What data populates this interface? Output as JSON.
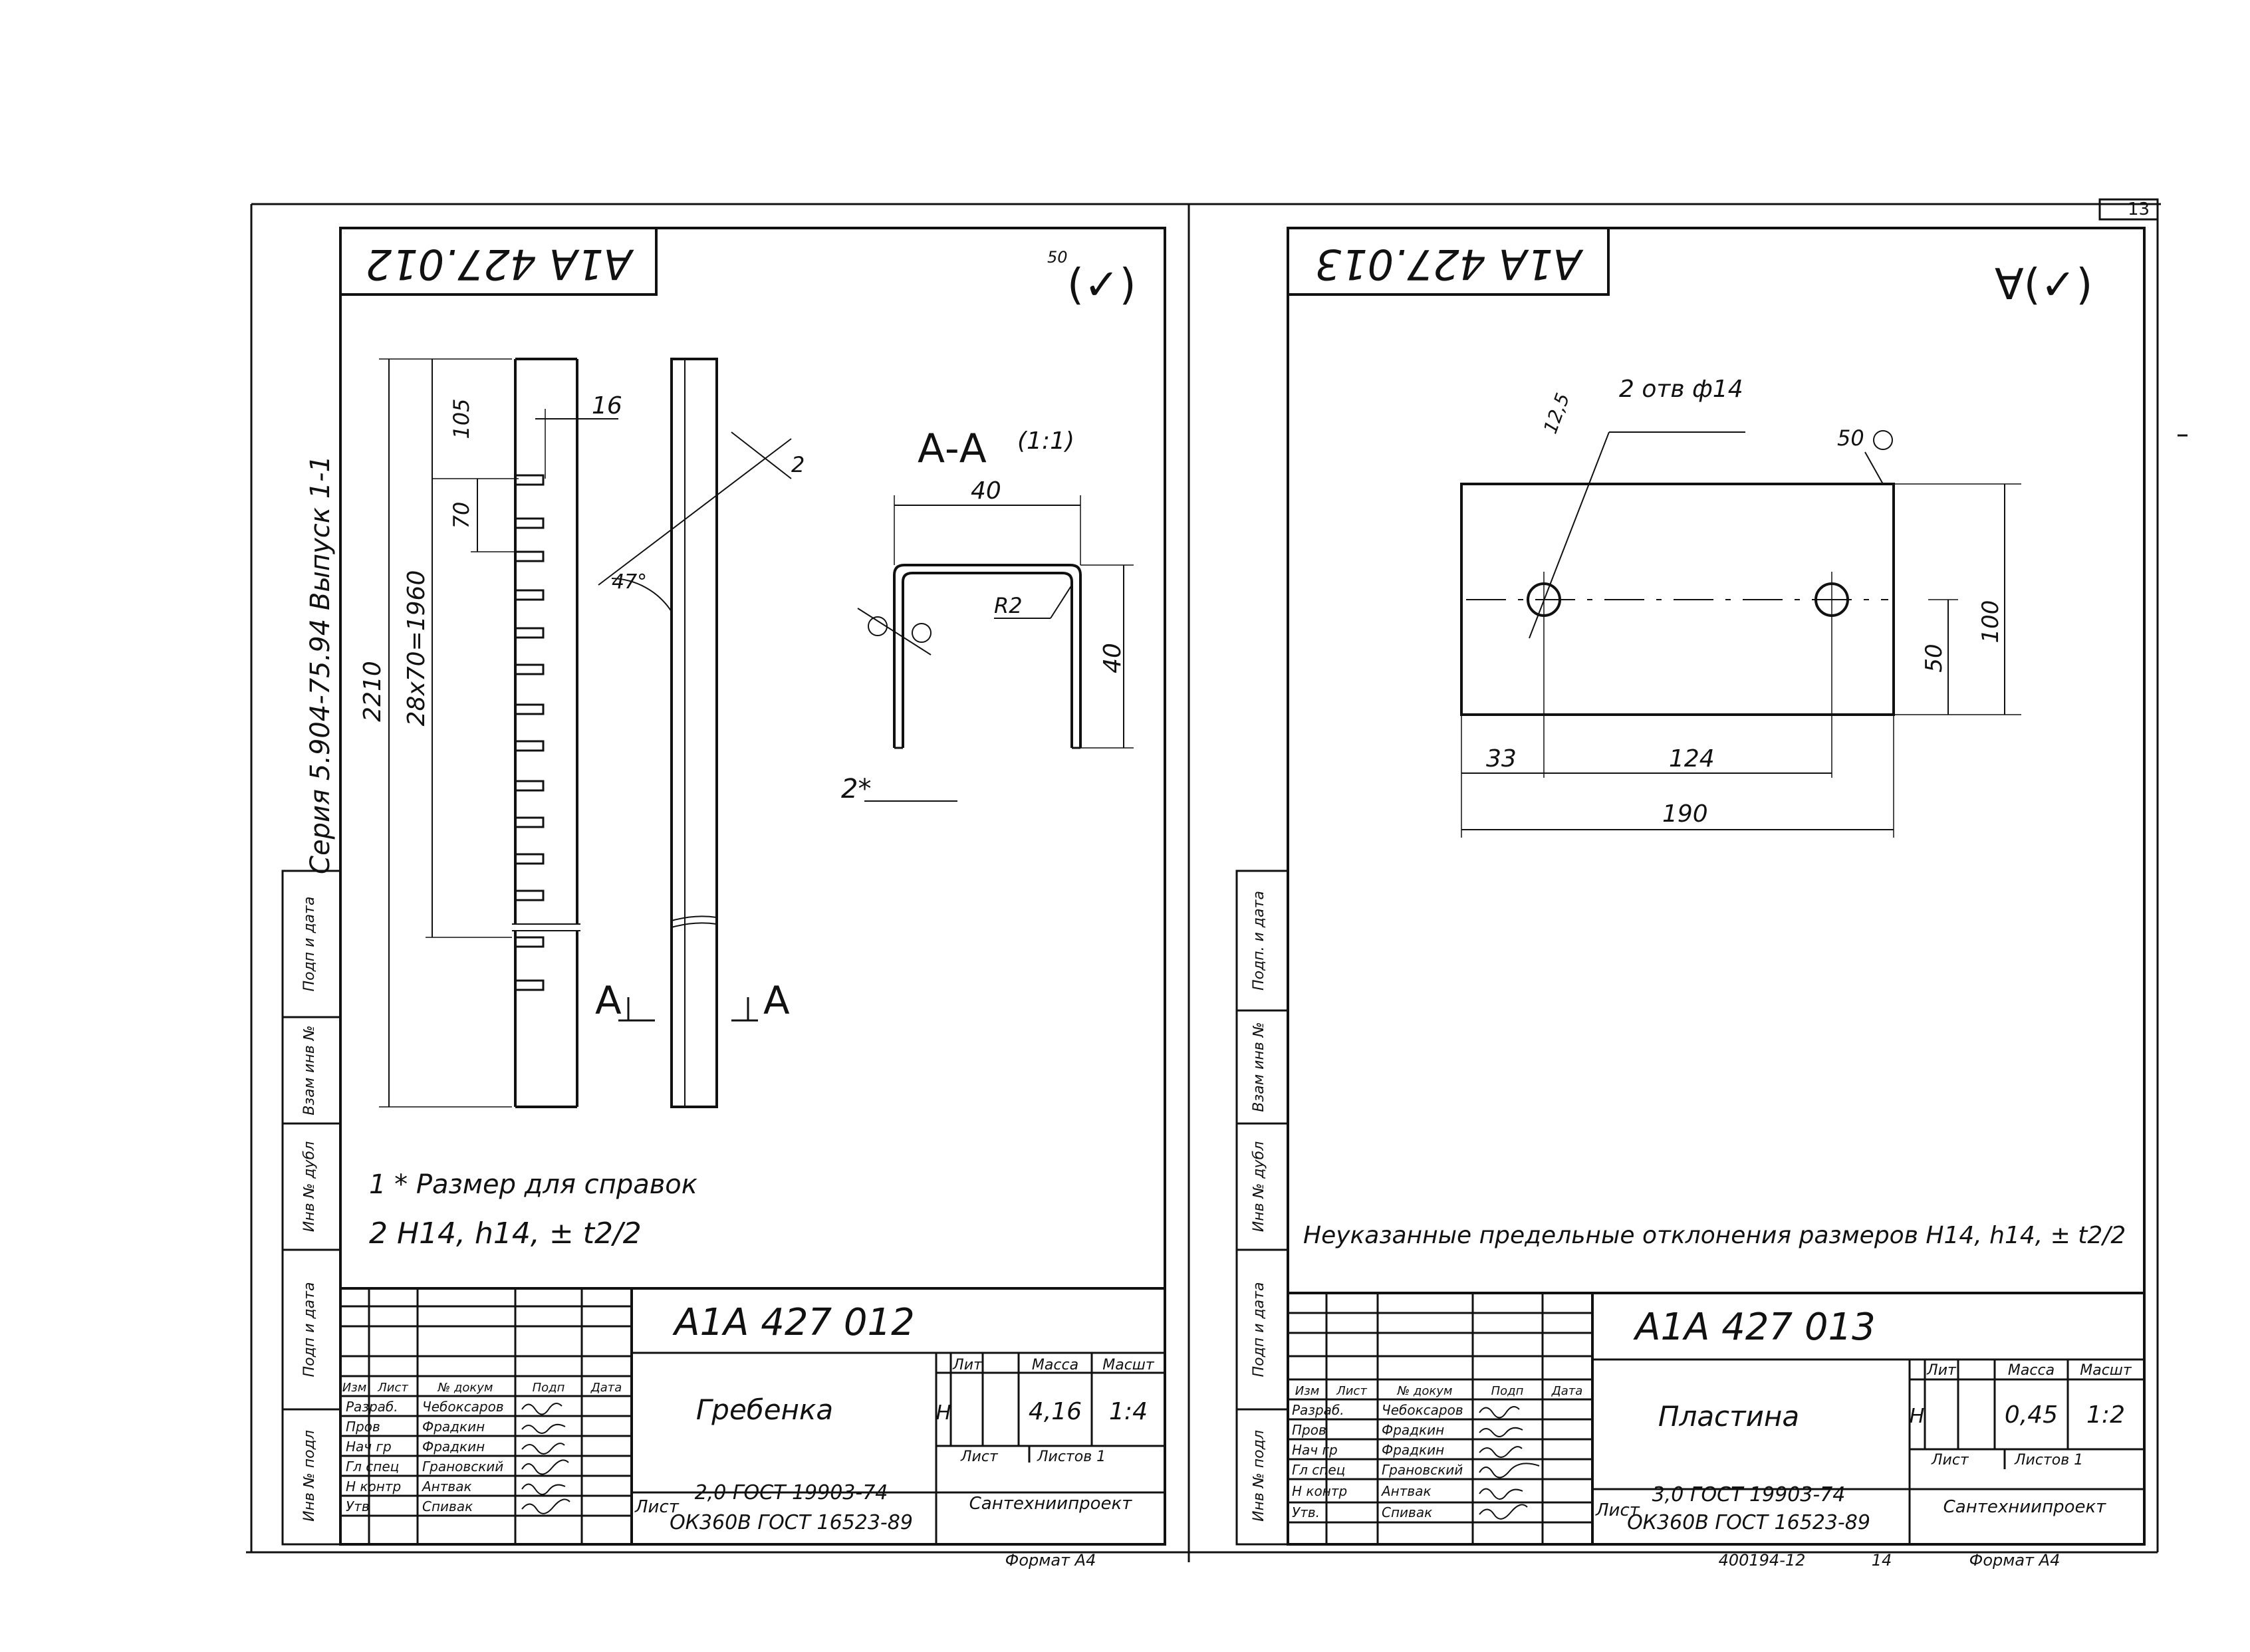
{
  "page_number": "13",
  "series_label": "Серия 5.904-75.94  Выпуск 1-1",
  "side_stamp": {
    "left": [
      "Подп и дата",
      "Взам инв №",
      "Инв № дубл",
      "Подп и дата",
      "Инв № подл"
    ],
    "right": [
      "Подп. и дата",
      "Взам инв №",
      "Инв № дубл",
      "Подп и дата",
      "Инв № подл"
    ]
  },
  "left_sheet": {
    "code_mirrored": "А1А 427.012",
    "roughness_value": "50",
    "roughness_symbol": "(✓)",
    "section_title": "А-А",
    "section_scale": "(1:1)",
    "cut_label_left": "А",
    "cut_label_right": "А",
    "dims": {
      "overall_length": "2210",
      "pitch_total": "28x70=1960",
      "top_offset": "105",
      "pitch": "70",
      "slot_width": "16",
      "thickness": "2",
      "angle": "47°",
      "section_width": "40",
      "section_height": "40",
      "radius": "R2",
      "thickness_ref": "2*"
    },
    "notes": [
      "1 * Размер для справок",
      "2 H14, h14, ± t2/2"
    ],
    "title_block": {
      "designation": "А1А 427 012",
      "name": "Гребенка",
      "headers": {
        "lit": "Лит",
        "mass": "Масса",
        "scale": "Масшт"
      },
      "lit_value": "Н",
      "mass": "4,16",
      "scale": "1:4",
      "sheet_label": "Лист",
      "sheets_label": "Листов 1",
      "material_line1": "2,0 ГОСТ 19903-74",
      "material_line2": "ОК360В ГОСТ 16523-89",
      "material_prefix": "Лист",
      "organization": "Сантехниипроект",
      "format": "Формат А4",
      "col_headers": [
        "Изм",
        "Лист",
        "№ докум",
        "Подп",
        "Дата"
      ],
      "roles": [
        "Разраб.",
        "Пров",
        "Нач гр",
        "Гл спец",
        "Н контр",
        "Утв"
      ],
      "names": [
        "Чебоксаров",
        "Фрадкин",
        "Фрадкин",
        "Грановский",
        "Антвак",
        "Спивак"
      ]
    }
  },
  "right_sheet": {
    "code_mirrored": "А1А 427.013",
    "roughness_symbol": "∀(✓)",
    "dims": {
      "holes": "2 отв ф14",
      "chamfer": "12,5",
      "roughness_top": "50",
      "height": "100",
      "half_height": "50",
      "hole_offset": "33",
      "hole_pitch": "124",
      "length": "190"
    },
    "note": "Неуказанные предельные отклонения размеров H14, h14, ± t2/2",
    "title_block": {
      "designation": "А1А 427 013",
      "name": "Пластина",
      "headers": {
        "lit": "Лит",
        "mass": "Масса",
        "scale": "Масшт"
      },
      "lit_value": "Н",
      "mass": "0,45",
      "scale": "1:2",
      "sheet_label": "Лист",
      "sheets_label": "Листов 1",
      "material_line1": "3,0 ГОСТ 19903-74",
      "material_line2": "ОК360В ГОСТ 16523-89",
      "material_prefix": "Лист",
      "organization": "Сантехниипроект",
      "format": "Формат А4",
      "archive_number": "400194-12",
      "archive_sheet": "14",
      "col_headers": [
        "Изм",
        "Лист",
        "№ докум",
        "Подп",
        "Дата"
      ],
      "roles": [
        "Разраб.",
        "Пров",
        "Нач гр",
        "Гл спец",
        "Н контр",
        "Утв."
      ],
      "names": [
        "Чебоксаров",
        "Фрадкин",
        "Фрадкин",
        "Грановский",
        "Антвак",
        "Спивак"
      ]
    }
  }
}
